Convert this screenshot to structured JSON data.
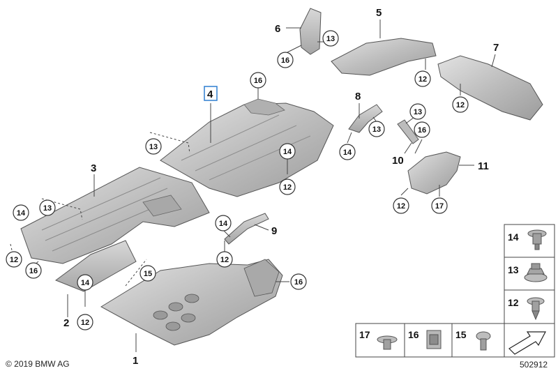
{
  "diagram": {
    "copyright": "© 2019 BMW AG",
    "figure_number": "502912",
    "part_labels": [
      "1",
      "2",
      "3",
      "4",
      "5",
      "6",
      "7",
      "8",
      "9",
      "10",
      "11"
    ],
    "callouts": {
      "c12": "12",
      "c13": "13",
      "c14": "14",
      "c15": "15",
      "c16": "16",
      "c17": "17"
    },
    "legend": {
      "right_column": [
        "14",
        "13",
        "12"
      ],
      "bottom_row": [
        "17",
        "16",
        "15"
      ]
    },
    "highlighted_part": "4",
    "colors": {
      "highlight_box": "#2f7fd1",
      "part_fill": "#c9c9c9",
      "part_dark": "#9a9a9a",
      "outline": "#444444"
    }
  }
}
